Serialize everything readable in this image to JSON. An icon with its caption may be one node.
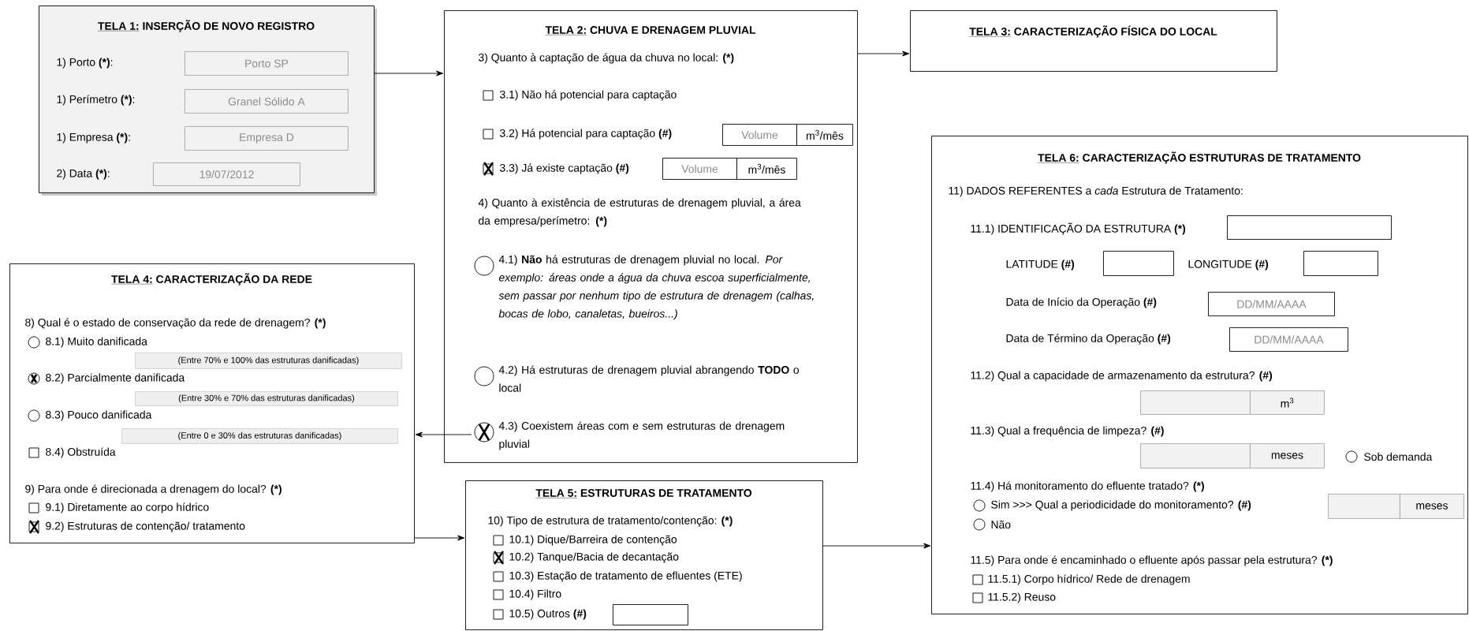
{
  "diagram": {
    "nodes": [
      {
        "text": [
          "TELA 1:",
          "INSERÇÃO DE NOVO REGISTRO",
          "1) Porto **(*)**:",
          "1) Perímetro **(*)**:",
          "1) Empresa **(*)**:",
          "2) Data **(*)**:"
        ]
      },
      {
        "text": [
          "Porto SP"
        ],
        "in": 0
      },
      {
        "text": [
          "Granel Sólido A"
        ],
        "in": 0
      },
      {
        "text": [
          "Empresa D"
        ],
        "in": 0
      },
      {
        "text": [
          "19/07/2012"
        ],
        "in": 0
      },
      {
        "text": [
          "TELA 2:",
          "CHUVA E DRENAGEM PLUVIAL",
          "3) Quanto à captação de água da chuva no local: **(*)**",
          "3.1) Não há potencial para captação",
          "3.2) Há potencial para captação **(#)**",
          "3.3) Já existe captação **(#)**",
          "4) Quanto à existência de estruturas de drenagem pluvial, a área da empresa/perímetro: **(*)**",
          "4.1) **Não** há estruturas de drenagem pluvial no local. *Por exemplo: áreas onde a água da chuva escoa superficialmente, sem passar por nenhum tipo de estrutura de drenagem (calhas, bocas de lobo, canaletas, bueiros...)*",
          "4.2) Há estruturas de drenagem pluvial abrangendo **TODO** o local",
          "4.3) Coexistem áreas com e sem estruturas de drenagem pluvial"
        ]
      },
      {
        "text": [
          "Volume"
        ],
        "in": 5
      },
      {
        "text": [
          "m$^{3}$/mês"
        ],
        "in": 5
      },
      {
        "text": [
          "Volume"
        ],
        "in": 5
      },
      {
        "text": [
          "m$^{3}$/mês"
        ],
        "in": 5
      },
      {
        "text": [
          "TELA 3:",
          "CARACTERIZAÇÃO FÍSICA DO LOCAL"
        ]
      },
      {
        "text": [
          "TELA 4:",
          "CARACTERIZAÇÃO DA REDE",
          "8) Qual é o estado de conservação da rede de drenagem? **(*)**",
          "8.1) Muito danificada",
          "8.2) Parcialmente danificada",
          "8.3) Pouco danificada",
          "8.4) Obstruída",
          "9) Para onde é direcionada a drenagem do local? **(*)**",
          "9.1) Diretamente ao corpo hídrico",
          "9.2) Estruturas de contenção/ tratamento"
        ]
      },
      {
        "text": [
          "(Entre 70% e 100% das estruturas danificadas)"
        ],
        "in": 11
      },
      {
        "text": [
          "(Entre 30% e 70% das estruturas danificadas)"
        ],
        "in": 11
      },
      {
        "text": [
          "(Entre 0 e 30% das estruturas danificadas)"
        ],
        "in": 11
      },
      {
        "text": [
          "TELA 5:",
          "ESTRUTURAS DE TRATAMENTO",
          "10) Tipo de estrutura de tratamento/contenção: **(*)**",
          "10.1) Dique/Barreira de contenção",
          "10.2) Tanque/Bacia de decantação",
          "10.3) Estação de tratamento de efluentes (ETE)",
          "10.4) Filtro",
          "10.5) Outros **(#)**"
        ]
      },
      {
        "text": [],
        "shape": "box",
        "in": 15
      },
      {
        "text": [
          "TELA 6:",
          "CARACTERIZAÇÃO ESTRUTURAS DE TRATAMENTO",
          "11) DADOS REFERENTES a *cada* Estrutura de Tratamento:",
          "11.1) IDENTIFICAÇÃO DA ESTRUTURA **(*)**",
          "LATITUDE **(#)**",
          "LONGITUDE **(#)**",
          "Data de Início da Operação **(#)**",
          "Data de Término da Operação **(#)**",
          "11.2) Qual a capacidade de armazenamento da estrutura? **(#)**",
          "11.3) Qual a frequência de limpeza? **(#)**",
          "Sob demanda",
          "11.4) Há monitoramento do efluente tratado? **(*)**",
          "Sim >>> Qual a periodicidade do monitoramento? **(#)**",
          "Não",
          "11.5) Para onde é encaminhado o efluente após passar pela estrutura? **(*)**",
          "11.5.1) Corpo hídrico/ Rede de drenagem",
          "11.5.2) Reuso"
        ]
      },
      {
        "text": [],
        "shape": "box",
        "in": 17
      },
      {
        "text": [],
        "shape": "box",
        "in": 17
      },
      {
        "text": [],
        "shape": "box",
        "in": 17
      },
      {
        "text": [
          "DD/MM/AAAA"
        ],
        "in": 17
      },
      {
        "text": [
          "DD/MM/AAAA"
        ],
        "in": 17
      },
      {
        "text": [],
        "shape": "box",
        "in": 17
      },
      {
        "text": [
          "m$^{3}$"
        ],
        "in": 17
      },
      {
        "text": [],
        "shape": "box",
        "in": 17
      },
      {
        "text": [
          "meses"
        ],
        "in": 17
      },
      {
        "text": [],
        "shape": "box",
        "in": 17
      },
      {
        "text": [
          "meses"
        ],
        "in": 17
      }
    ],
    "edges": [
      {
        "from": 0,
        "to": 5,
        "arrow": "to"
      },
      {
        "from": 5,
        "to": 10,
        "arrow": "to"
      },
      {
        "from": 5,
        "to": 11,
        "arrow": "to"
      },
      {
        "from": 11,
        "to": 15,
        "arrow": "to"
      },
      {
        "from": 15,
        "to": 17,
        "arrow": "to"
      }
    ]
  }
}
